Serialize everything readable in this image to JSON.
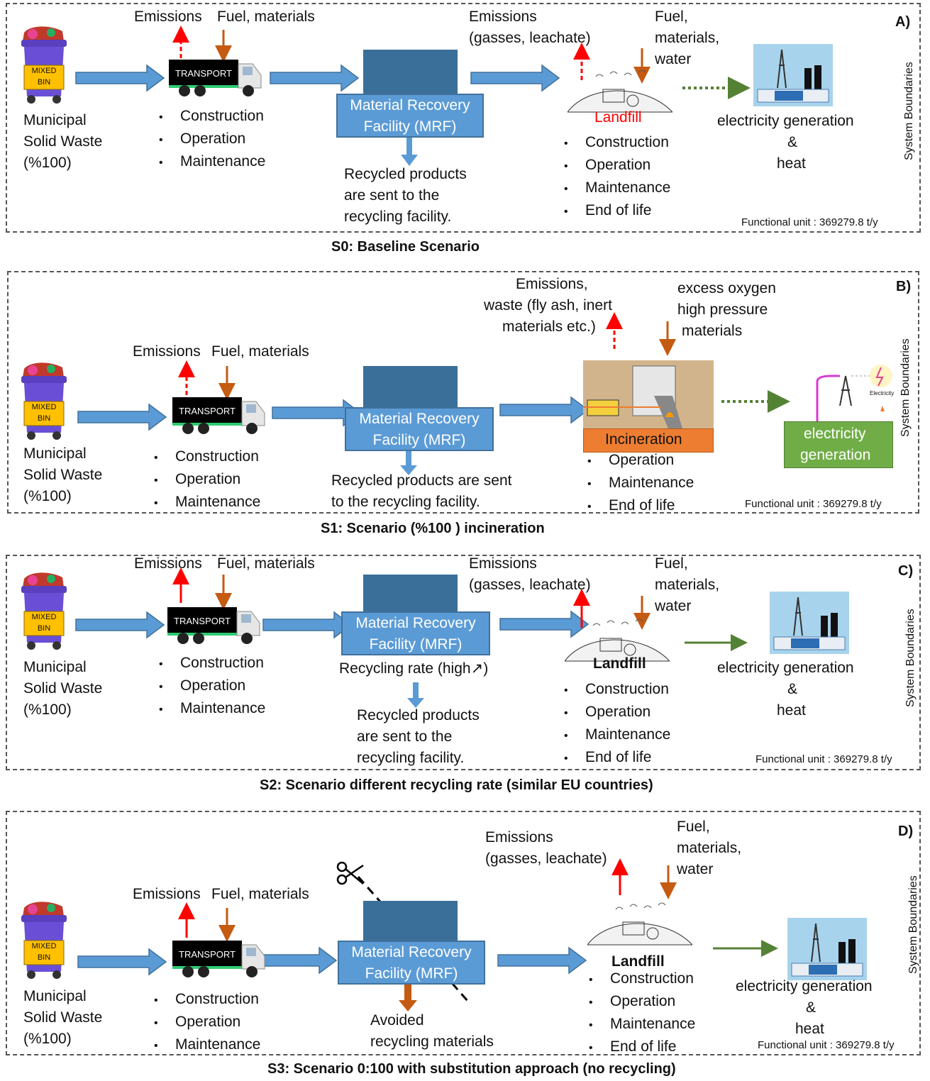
{
  "colors": {
    "flow_arrow": "#5b9bd5",
    "emission_arrow": "#ff0000",
    "fuel_arrow": "#c55a11",
    "green_arrow": "#548235",
    "incineration": "#ed7d31",
    "electricity_box": "#70ad47",
    "mrf_box": "#5b9bd5"
  },
  "common": {
    "bin_label_1": "MIXED",
    "bin_label_2": "BIN",
    "truck_label": "TRANSPORT",
    "msw_1": "Municipal",
    "msw_2": "Solid Waste",
    "msw_3": "(%100)",
    "emissions": "Emissions",
    "fuel_materials": "Fuel, materials",
    "construction": "Construction",
    "operation": "Operation",
    "maintenance": "Maintenance",
    "end_of_life": "End of life",
    "mrf_1": "Material Recovery",
    "mrf_2": "Facility (MRF)",
    "system_boundaries": "System Boundaries",
    "functional_unit": "Functional unit : 369279.8 t/y",
    "landfill": "Landfill",
    "elec_gen": "electricity generation",
    "amp": "&",
    "heat": "heat",
    "em_gasses_1": "Emissions",
    "em_gasses_2": "(gasses, leachate)",
    "fuel_w_1": "Fuel,",
    "fuel_w_2": "materials,",
    "fuel_w_3": "water",
    "rec_1": "Recycled products",
    "rec_2": "are sent to the",
    "rec_3": "recycling facility."
  },
  "panel_a": {
    "letter": "A)",
    "caption": "S0: Baseline Scenario"
  },
  "panel_b": {
    "letter": "B)",
    "caption": "S1: Scenario (%100 ) incineration",
    "em_1": "Emissions,",
    "em_2": "waste (fly ash, inert",
    "em_3": "materials etc.)",
    "ox_1": "excess oxygen",
    "ox_2": "high pressure",
    "ox_3": "materials",
    "incineration": "Incineration",
    "elec_1": "electricity",
    "elec_2": "generation",
    "rec_1": "Recycled products are sent",
    "rec_2": "to the recycling facility.",
    "elec_icon": "Electricity"
  },
  "panel_c": {
    "letter": "C)",
    "caption": "S2: Scenario different recycling rate (similar EU countries)",
    "rate": "Recycling rate (high",
    "rate_arrow": "↗)"
  },
  "panel_d": {
    "letter": "D)",
    "caption": "S3: Scenario 0:100 with substitution approach (no recycling)",
    "avoided_1": "Avoided",
    "avoided_2": "recycling materials",
    "scissors": "scissors-icon"
  }
}
